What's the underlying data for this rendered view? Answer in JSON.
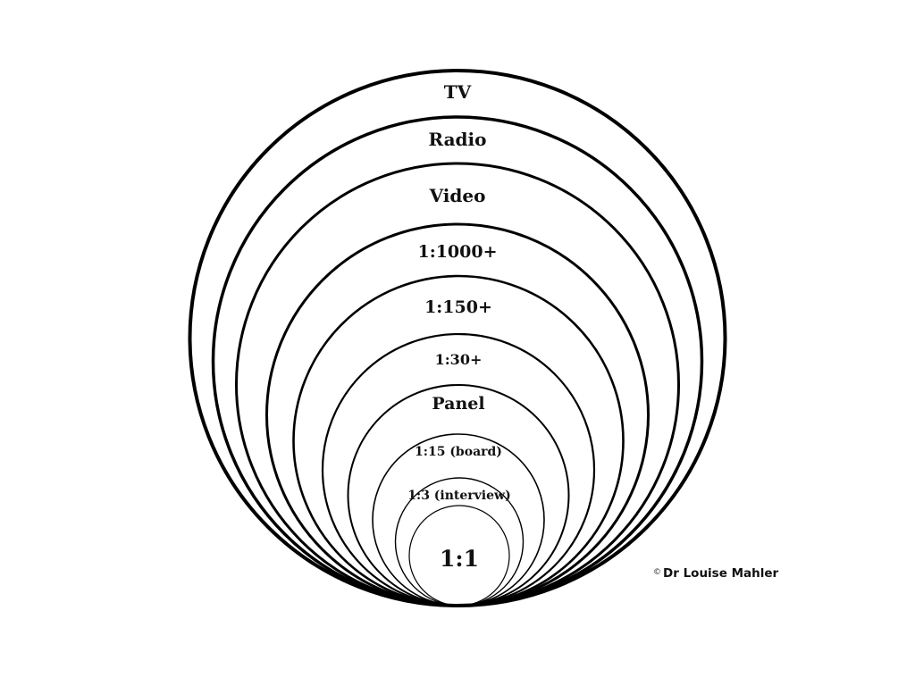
{
  "diagram": {
    "stroke_color": "#000000",
    "background_color": "#ffffff",
    "rings": [
      {
        "label": "TV"
      },
      {
        "label": "Radio"
      },
      {
        "label": "Video"
      },
      {
        "label": "1:1000+"
      },
      {
        "label": "1:150+"
      },
      {
        "label": "1:30+"
      },
      {
        "label": "Panel"
      },
      {
        "label": "1:15 (board)"
      },
      {
        "label": "1:3 (interview)"
      },
      {
        "label": "1:1"
      }
    ]
  },
  "credit": {
    "symbol": "©",
    "text": "Dr Louise Mahler"
  }
}
